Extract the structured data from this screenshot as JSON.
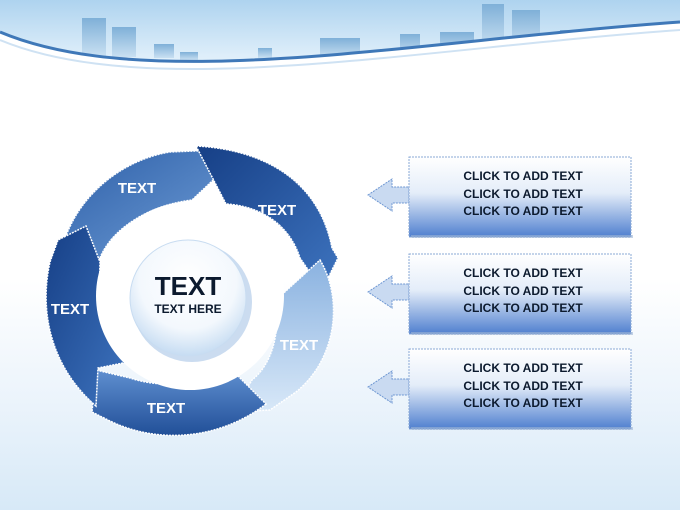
{
  "cycle": {
    "center": {
      "title": "TEXT",
      "subtitle": "TEXT HERE"
    },
    "segments": [
      {
        "label": "TEXT"
      },
      {
        "label": "TEXT"
      },
      {
        "label": "TEXT"
      },
      {
        "label": "TEXT"
      },
      {
        "label": "TEXT"
      }
    ]
  },
  "callouts": [
    {
      "lines": [
        "CLICK TO ADD TEXT",
        "CLICK TO ADD TEXT",
        "CLICK TO ADD TEXT"
      ]
    },
    {
      "lines": [
        "CLICK TO ADD TEXT",
        "CLICK TO ADD TEXT",
        "CLICK TO ADD TEXT"
      ]
    },
    {
      "lines": [
        "CLICK TO ADD TEXT",
        "CLICK TO ADD TEXT",
        "CLICK TO ADD TEXT"
      ]
    }
  ],
  "colors": {
    "segment_dark": "#1d4f9c",
    "segment_mid": "#4d82c6",
    "segment_light": "#a9c8ea",
    "callout_top": "#ffffff",
    "callout_bottom": "#4f7fcf",
    "text_dark": "#0c1a2e"
  }
}
